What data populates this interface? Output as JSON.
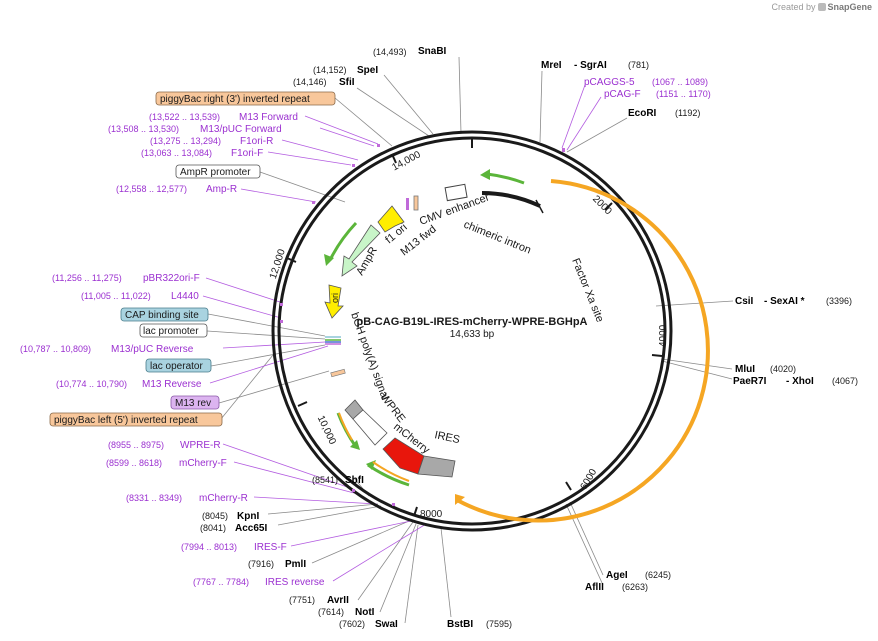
{
  "plasmid": {
    "name": "pB-CAG-B19L-IRES-mCherry-WPRE-BGHpA",
    "length": "14,633 bp",
    "total_bp": 14633
  },
  "watermark": {
    "prefix": "Created by",
    "brand": "SnapGene"
  },
  "colors": {
    "backbone": "#1a1a1a",
    "feature_text": "#9b30d0",
    "enzyme_text": "#000000",
    "orange_feature": "#f5a623",
    "green_feature": "#5bb53a",
    "insert_red": "#e8160c",
    "gray_feature": "#a8a8a8",
    "yellow_feature": "#ffee00",
    "mint_feature": "#c8f5c8",
    "piggybac_fill": "#f8c79b",
    "lac_fill": "#a9d3e0",
    "m13rev_fill": "#dcb4f0"
  },
  "ring_ticks": [
    "2000",
    "4000",
    "6000",
    "8000",
    "10,000",
    "12,000",
    "14,000"
  ],
  "enzymes_top": [
    {
      "pos": "(14,493)",
      "name": "SnaBI"
    },
    {
      "pos": "(14,152)",
      "name": "SpeI"
    },
    {
      "pos": "(14,146)",
      "name": "SfiI"
    },
    {
      "name": "MreI",
      "extra": "SgrAI",
      "pos": "(781)"
    },
    {
      "name": "EcoRI",
      "pos": "(1192)"
    }
  ],
  "enzymes_right": [
    {
      "name": "CsiI",
      "extra": "SexAI *",
      "pos": "(3396)"
    },
    {
      "name": "MluI",
      "pos": "(4020)"
    },
    {
      "name": "PaeR7I",
      "extra": "XhoI",
      "pos": "(4067)"
    },
    {
      "name": "AgeI",
      "pos": "(6245)"
    },
    {
      "name": "AflII",
      "pos": "(6263)"
    }
  ],
  "enzymes_bottom": [
    {
      "pos": "(8541)",
      "name": "SbfI"
    },
    {
      "pos": "(8045)",
      "name": "KpnI"
    },
    {
      "pos": "(8041)",
      "name": "Acc65I"
    },
    {
      "pos": "(7916)",
      "name": "PmlI"
    },
    {
      "pos": "(7751)",
      "name": "AvrII"
    },
    {
      "pos": "(7614)",
      "name": "NotI"
    },
    {
      "pos": "(7602)",
      "name": "SwaI"
    },
    {
      "name": "BstBI",
      "pos": "(7595)"
    }
  ],
  "primers_left": [
    {
      "pos": "(13,522 .. 13,539)",
      "name": "M13 Forward"
    },
    {
      "pos": "(13,508 .. 13,530)",
      "name": "M13/pUC Forward"
    },
    {
      "pos": "(13,275 .. 13,294)",
      "name": "F1ori-R"
    },
    {
      "pos": "(13,063 .. 13,084)",
      "name": "F1ori-F"
    },
    {
      "pos": "(12,558 .. 12,577)",
      "name": "Amp-R"
    },
    {
      "pos": "(11,256 .. 11,275)",
      "name": "pBR322ori-F"
    },
    {
      "pos": "(11,005 .. 11,022)",
      "name": "L4440"
    },
    {
      "pos": "(10,787 .. 10,809)",
      "name": "M13/pUC Reverse"
    },
    {
      "pos": "(10,774 .. 10,790)",
      "name": "M13 Reverse"
    },
    {
      "pos": "(8955 .. 8975)",
      "name": "WPRE-R"
    },
    {
      "pos": "(8599 .. 8618)",
      "name": "mCherry-F"
    },
    {
      "pos": "(8331 .. 8349)",
      "name": "mCherry-R"
    },
    {
      "pos": "(7994 .. 8013)",
      "name": "IRES-F"
    },
    {
      "pos": "(7767 .. 7784)",
      "name": "IRES reverse"
    }
  ],
  "primers_top": [
    {
      "name": "pCAGGS-5",
      "pos": "(1067 .. 1089)"
    },
    {
      "name": "pCAG-F",
      "pos": "(1151 .. 1170)"
    }
  ],
  "boxed_features": {
    "piggybac_right": "piggyBac right (3') inverted repeat",
    "ampr_promoter": "AmpR promoter",
    "cap_site": "CAP binding site",
    "lac_promoter": "lac promoter",
    "lac_operator": "lac operator",
    "m13_rev": "M13 rev",
    "piggybac_left": "piggyBac left (5') inverted repeat"
  },
  "inner_labels": {
    "cmv": "CMV enhancer",
    "chimeric": "chimeric intron",
    "f1ori": "f1 ori",
    "m13fwd": "M13 fwd",
    "ampr": "AmpR",
    "ori": "ori",
    "factorxa": "Factor Xa site",
    "bgh": "bGH poly(A) signal",
    "wpre": "WPRE",
    "mcherry": "mCherry",
    "ires": "IRES"
  }
}
